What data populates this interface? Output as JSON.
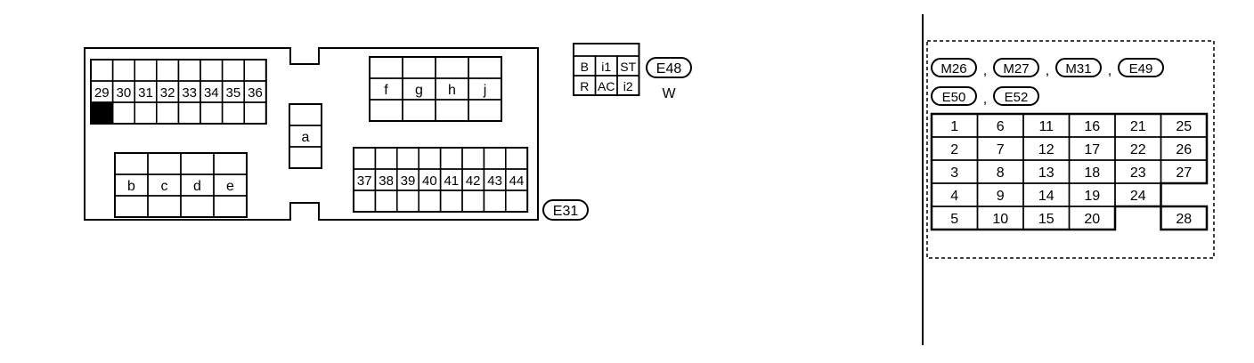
{
  "main_connector": {
    "id": "E31",
    "top_left_pins": [
      "29",
      "30",
      "31",
      "32",
      "33",
      "34",
      "35",
      "36"
    ],
    "bottom_left_pins": [
      "b",
      "c",
      "d",
      "e"
    ],
    "center_pin": "a",
    "top_right_pins": [
      "f",
      "g",
      "h",
      "j"
    ],
    "bottom_right_pins": [
      "37",
      "38",
      "39",
      "40",
      "41",
      "42",
      "43",
      "44"
    ]
  },
  "small_connector": {
    "id": "E48",
    "color": "W",
    "pins": [
      [
        "B",
        "i1",
        "ST"
      ],
      [
        "R",
        "AC",
        "i2"
      ]
    ]
  },
  "right_connector": {
    "ids": [
      "M26",
      "M27",
      "M31",
      "E49",
      "E50",
      "E52"
    ],
    "separator": ",",
    "rows": [
      [
        "1",
        "6",
        "11",
        "16",
        "21",
        "25"
      ],
      [
        "2",
        "7",
        "12",
        "17",
        "22",
        "26"
      ],
      [
        "3",
        "8",
        "13",
        "18",
        "23",
        "27"
      ],
      [
        "4",
        "9",
        "14",
        "19",
        "24",
        ""
      ],
      [
        "5",
        "10",
        "15",
        "20",
        "",
        "28"
      ]
    ]
  }
}
